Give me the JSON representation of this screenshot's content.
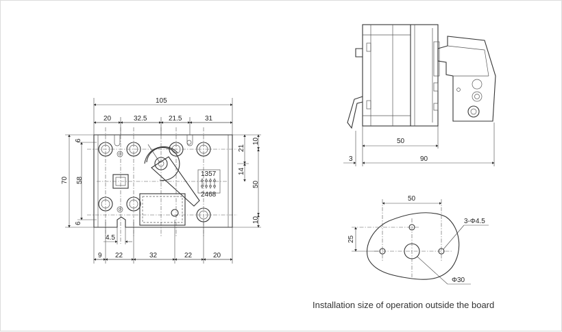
{
  "front_view": {
    "dims_top": [
      "105",
      "20",
      "32.5",
      "21.5",
      "31"
    ],
    "dims_left": [
      "70",
      "58",
      "6",
      "6"
    ],
    "dims_right": [
      "10",
      "21",
      "14",
      "50",
      "10"
    ],
    "dims_bottom": [
      "4.5",
      "9",
      "22",
      "32",
      "22",
      "20"
    ],
    "terminal_top": "1357",
    "terminal_bottom": "2468"
  },
  "side_view": {
    "dims": [
      "50",
      "3",
      "90"
    ]
  },
  "install_view": {
    "dims": [
      "50",
      "25"
    ],
    "holes_label": "3-Φ4.5",
    "center_label": "Φ30"
  },
  "caption": "Installation size of operation outside the board"
}
